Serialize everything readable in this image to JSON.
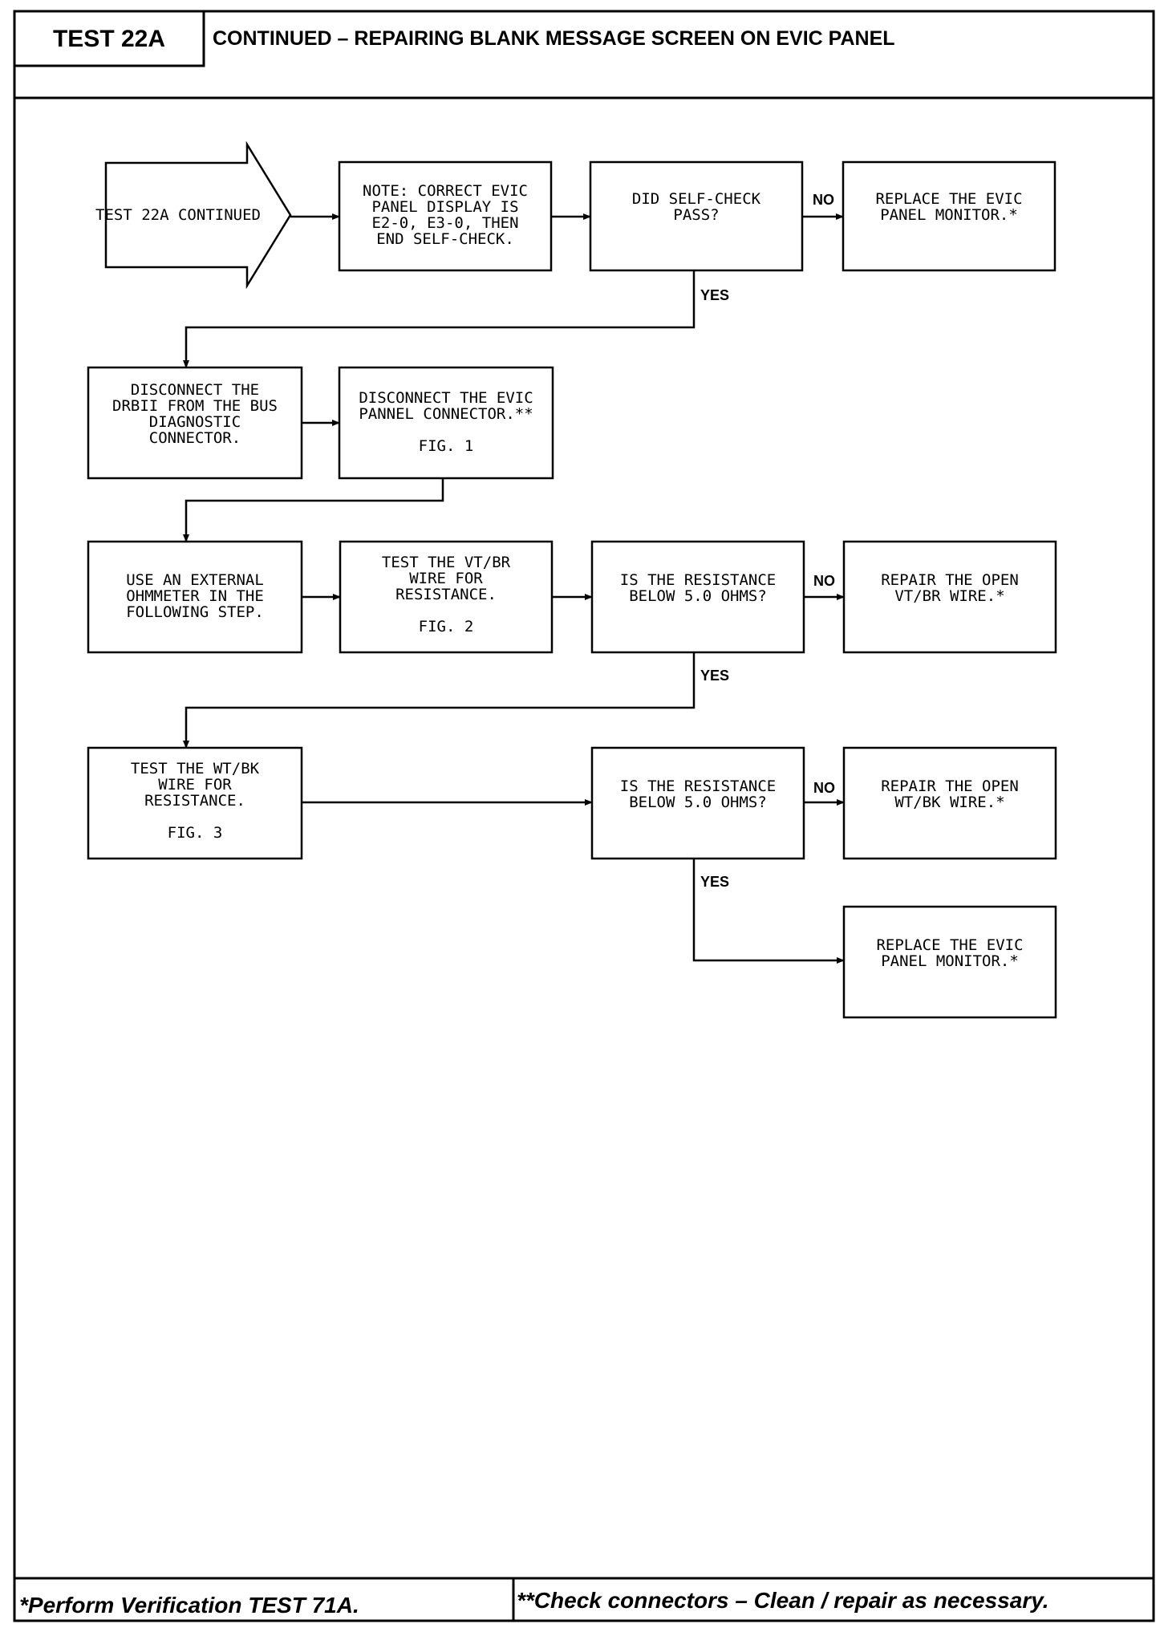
{
  "header": {
    "test_id": "TEST 22A",
    "title": "CONTINUED – REPAIRING BLANK MESSAGE SCREEN ON EVIC PANEL"
  },
  "nodes": {
    "start": [
      "TEST 22A CONTINUED"
    ],
    "note": [
      "NOTE: CORRECT EVIC",
      "PANEL DISPLAY IS",
      "E2-0, E3-0, THEN",
      "END SELF-CHECK."
    ],
    "selfcheck": [
      "DID SELF-CHECK",
      "PASS?"
    ],
    "replace1": [
      "REPLACE THE EVIC",
      "PANEL MONITOR.*"
    ],
    "disconnect_drb": [
      "DISCONNECT THE",
      "DRBII FROM THE BUS",
      "DIAGNOSTIC",
      "CONNECTOR."
    ],
    "disconnect_evic": [
      "DISCONNECT THE EVIC",
      "PANNEL CONNECTOR.**",
      "",
      "FIG. 1"
    ],
    "ohmmeter": [
      "USE AN EXTERNAL",
      "OHMMETER IN THE",
      "FOLLOWING STEP."
    ],
    "test_vtbr": [
      "TEST THE VT/BR",
      "WIRE FOR",
      "RESISTANCE.",
      "",
      "FIG. 2"
    ],
    "res_check1": [
      "IS THE RESISTANCE",
      "BELOW 5.0 OHMS?"
    ],
    "repair_vtbr": [
      "REPAIR THE OPEN",
      "VT/BR WIRE.*"
    ],
    "test_wtbk": [
      "TEST THE WT/BK",
      "WIRE FOR",
      "RESISTANCE.",
      "",
      "FIG. 3"
    ],
    "res_check2": [
      "IS THE RESISTANCE",
      "BELOW 5.0 OHMS?"
    ],
    "repair_wtbk": [
      "REPAIR THE OPEN",
      "WT/BK WIRE.*"
    ],
    "replace2": [
      "REPLACE THE EVIC",
      "PANEL MONITOR.*"
    ]
  },
  "edge_labels": {
    "no": "NO",
    "yes": "YES"
  },
  "footer": {
    "left": "*Perform Verification TEST 71A.",
    "right": "**Check connectors – Clean / repair as necessary."
  }
}
